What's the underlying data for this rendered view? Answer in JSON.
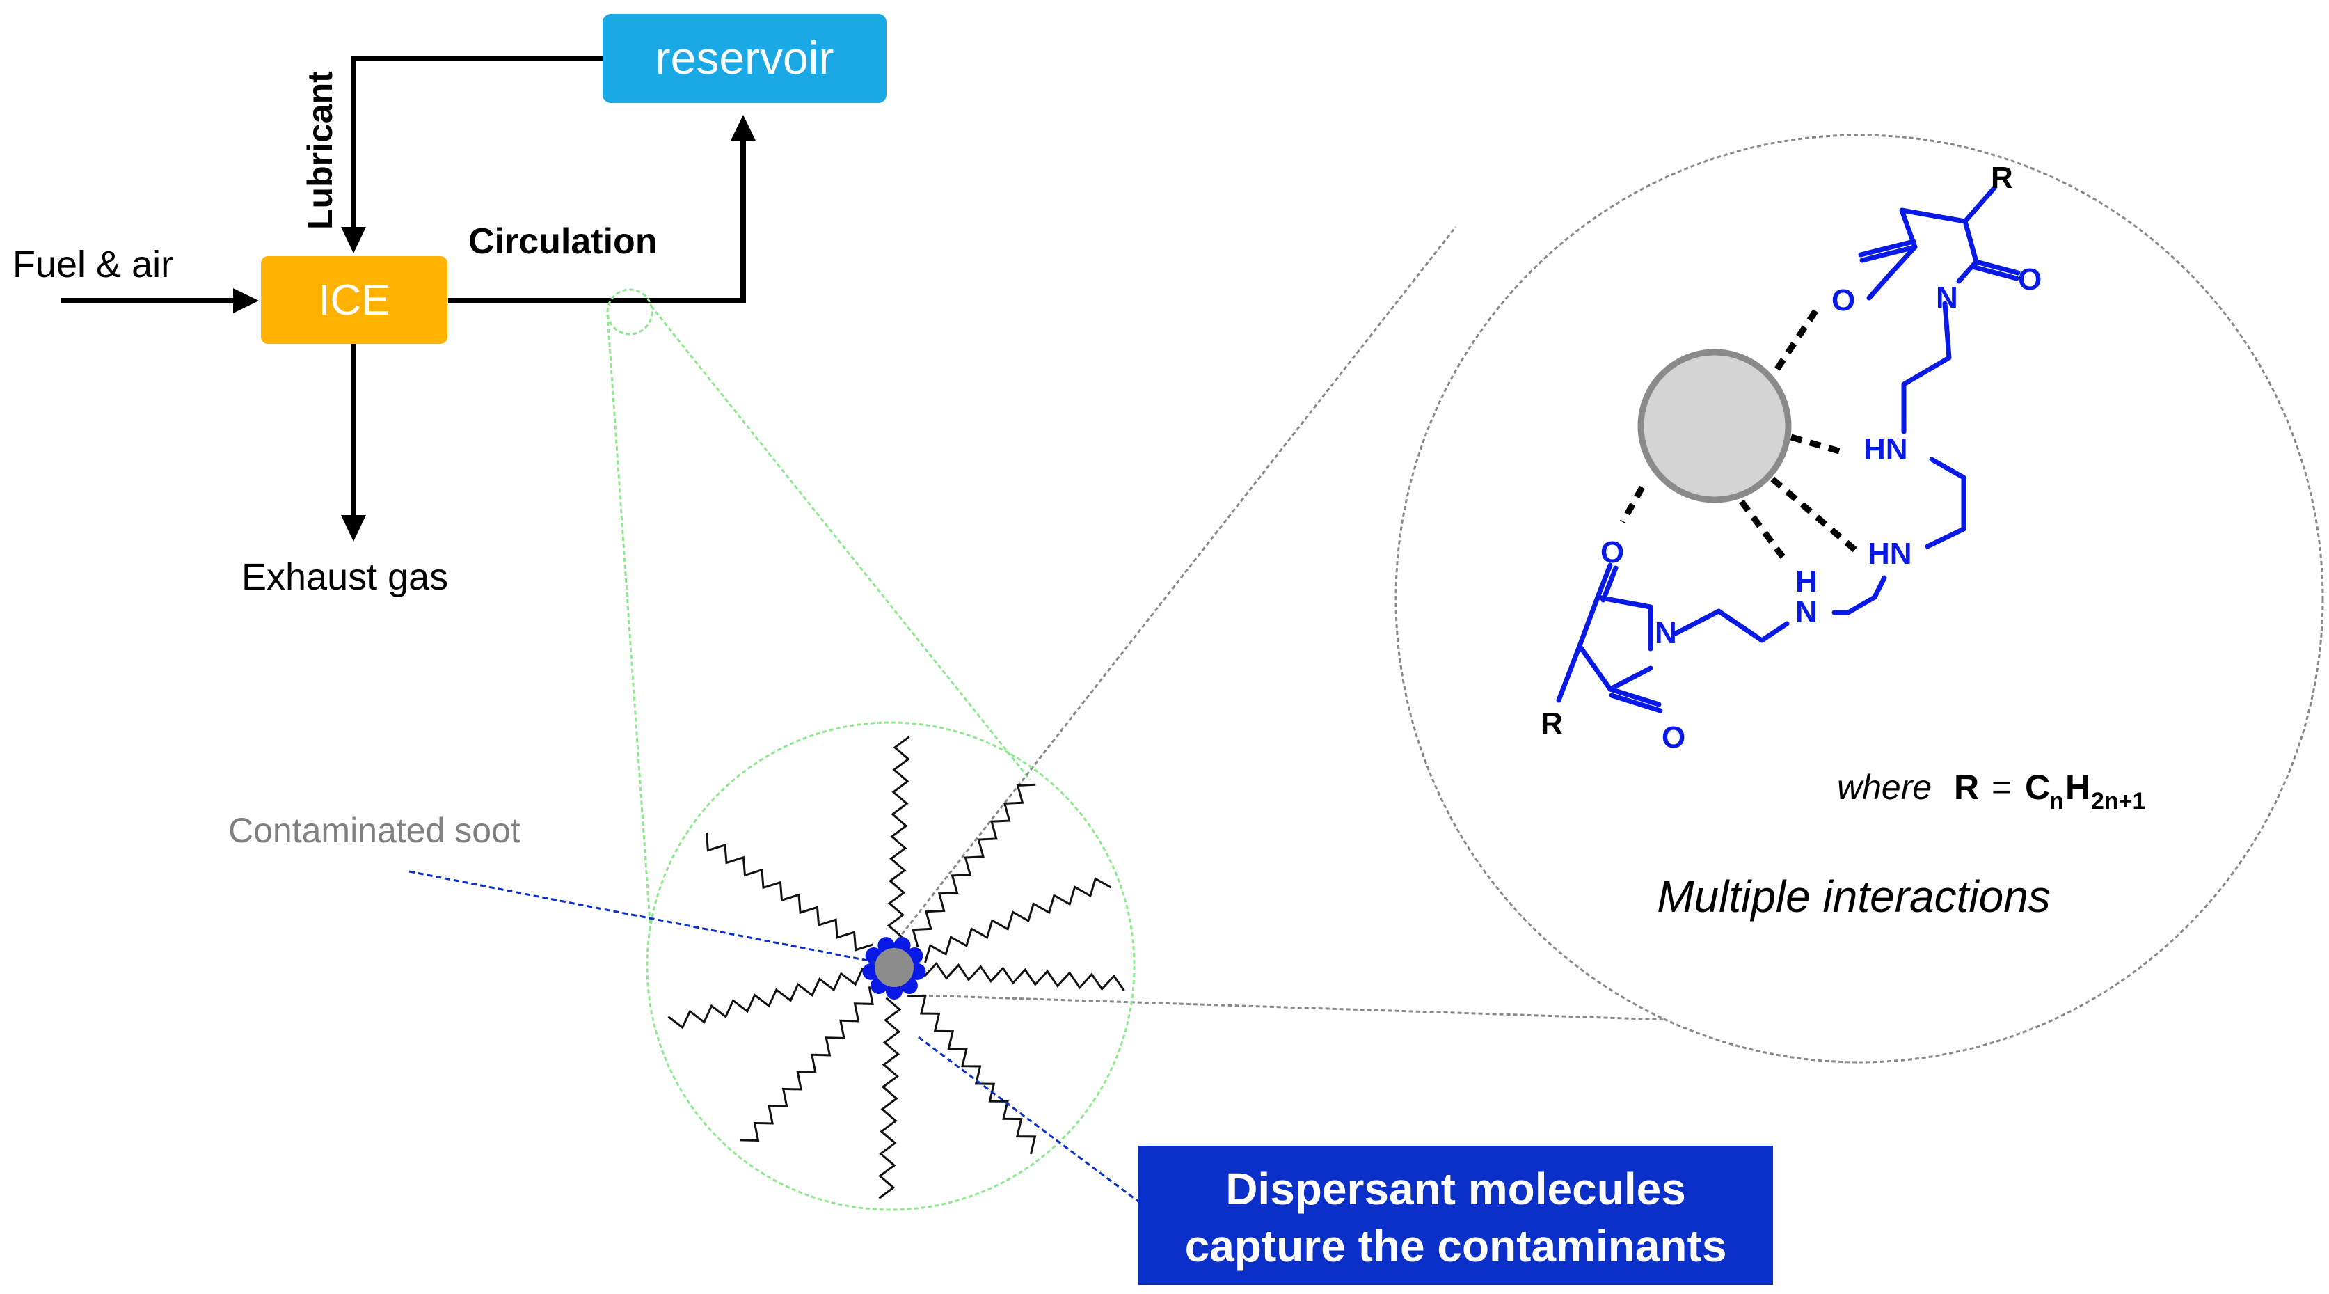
{
  "flow": {
    "ice_label": "ICE",
    "reservoir_label": "reservoir",
    "fuel_label": "Fuel & air",
    "lubricant_label": "Lubricant",
    "circulation_label": "Circulation",
    "exhaust_label": "Exhaust gas"
  },
  "middle": {
    "soot_label": "Contaminated soot",
    "callout_line1": "Dispersant molecules",
    "callout_line2": "capture the contaminants"
  },
  "zoom": {
    "r_label": "R",
    "o_label": "O",
    "n_label": "N",
    "hn_label": "HN",
    "h_label": "H",
    "where_text": "where",
    "formula_r": "R",
    "formula_eq": "=",
    "formula_c": "C",
    "formula_n_sub": "n",
    "formula_h": "H",
    "formula_2n1_sub": "2n+1",
    "caption": "Multiple interactions"
  },
  "colors": {
    "ice": "#FFB300",
    "reservoir": "#1BA9E6",
    "callout_bg": "#0B2FC9",
    "molecule": "#0A1AE6",
    "soot": "#8C8C8C",
    "zoom_green": "#8EE88E"
  }
}
